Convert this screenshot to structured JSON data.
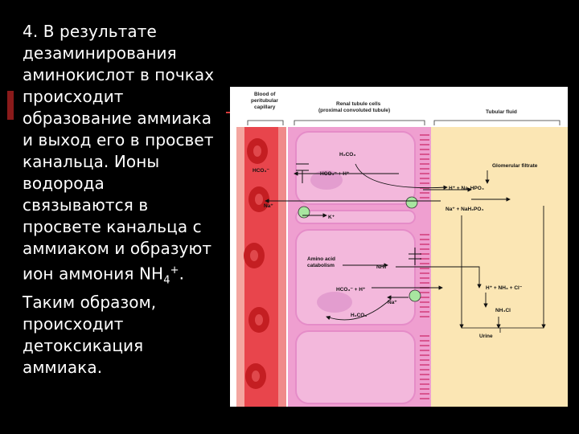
{
  "slide": {
    "lines": [
      "4. В результате",
      "дезаминирования",
      "аминокислот в почках",
      "происходит",
      "образование аммиака",
      "и выход его в просвет",
      "канальца. Ионы",
      "водорода",
      "связываются в",
      "просвете канальца с",
      "аммиаком и образуют",
      "ион аммония NH",
      "Таким образом,",
      "происходит",
      "детоксикация",
      "аммиака."
    ],
    "nh4_sub": "4",
    "nh4_sup": "+",
    "nh4_tail": "."
  },
  "figure": {
    "headers": {
      "blood_line1": "Blood of",
      "blood_line2": "peritubular",
      "blood_line3": "capillary",
      "renal_line1": "Renal tubule cells",
      "renal_line2": "(proximal convoluted tubule)",
      "fluid": "Tubular fluid"
    },
    "labels": {
      "h2co3_top": "H₂CO₃",
      "hco3_blood": "HCO₃⁻",
      "hco3_h_top": "HCO₃⁻ + H⁺",
      "glomerular": "Glomerular filtrate",
      "h_na2hpo4": "H⁺ + Na₂HPO₄",
      "na_blood": "Na⁺",
      "k_plus": "K⁺",
      "na_nah2po4": "Na⁺ + NaH₂PO₄",
      "amino1": "Amino acid",
      "amino2": "catabolism",
      "nh3": "NH₃",
      "hco3_h_bottom": "HCO₃⁻  + H⁺",
      "na_bottom": "Na⁺",
      "h_nh3_cl": "H⁺ + NH₃ + Cl⁻",
      "nh4cl": "NH₄Cl",
      "h2co3_bottom": "H₂CO₃",
      "urine": "Urine"
    }
  },
  "colors": {
    "blood": "#e8454c",
    "rbc": "#c41e22",
    "cell": "#f3b8dc",
    "cell_dark": "#e58cc8",
    "lumen": "#fbe6b4",
    "carrier": "#a8e6a0"
  }
}
